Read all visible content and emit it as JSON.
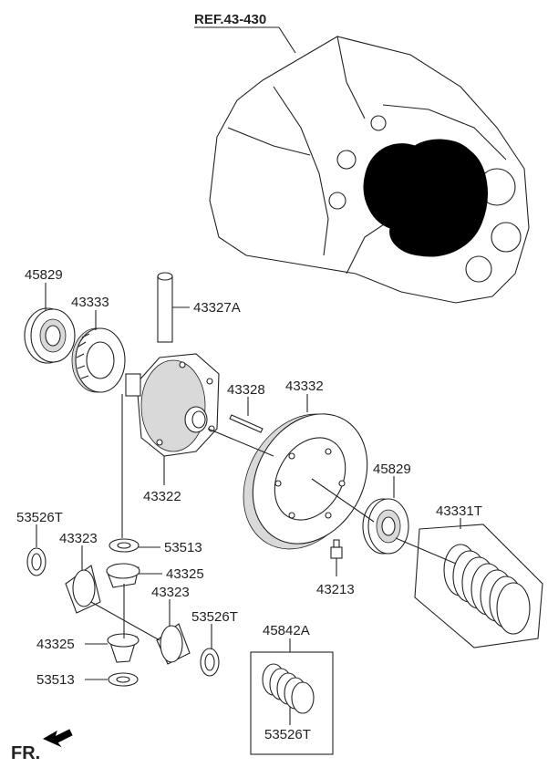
{
  "reference": {
    "label": "REF.43-430"
  },
  "direction": {
    "label": "FR."
  },
  "parts": {
    "p45829_left": "45829",
    "p43333": "43333",
    "p43327A": "43327A",
    "p43328": "43328",
    "p43332": "43332",
    "p43322": "43322",
    "p45829_right": "45829",
    "p43331T": "43331T",
    "p53526T_left": "53526T",
    "p43323_left": "43323",
    "p53513_top": "53513",
    "p43325_top": "43325",
    "p43323_right": "43323",
    "p53526T_right": "53526T",
    "p43213": "43213",
    "p43325_bottom": "43325",
    "p53513_bottom": "53513",
    "p45842A": "45842A",
    "p53526T_bottom": "53526T"
  }
}
